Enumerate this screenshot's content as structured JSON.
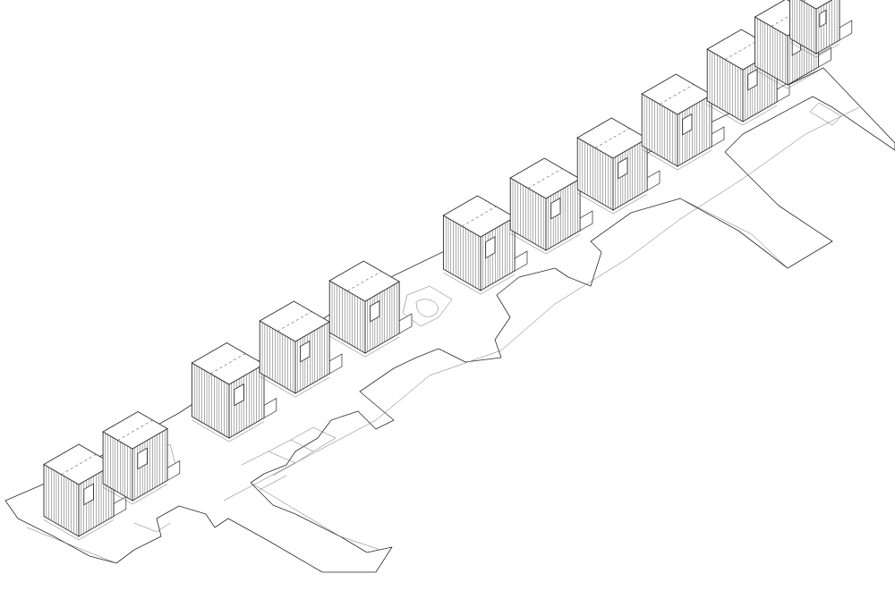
{
  "drawing": {
    "type": "axonometric-line-drawing",
    "line_color": "#2a2a2a",
    "background": "#ffffff",
    "house_count": 12,
    "houses": [
      {
        "id": 1
      },
      {
        "id": 2
      },
      {
        "id": 3
      },
      {
        "id": 4
      },
      {
        "id": 5
      },
      {
        "id": 6
      },
      {
        "id": 7
      },
      {
        "id": 8
      },
      {
        "id": 9
      },
      {
        "id": 10
      },
      {
        "id": 11
      },
      {
        "id": 12
      }
    ]
  }
}
